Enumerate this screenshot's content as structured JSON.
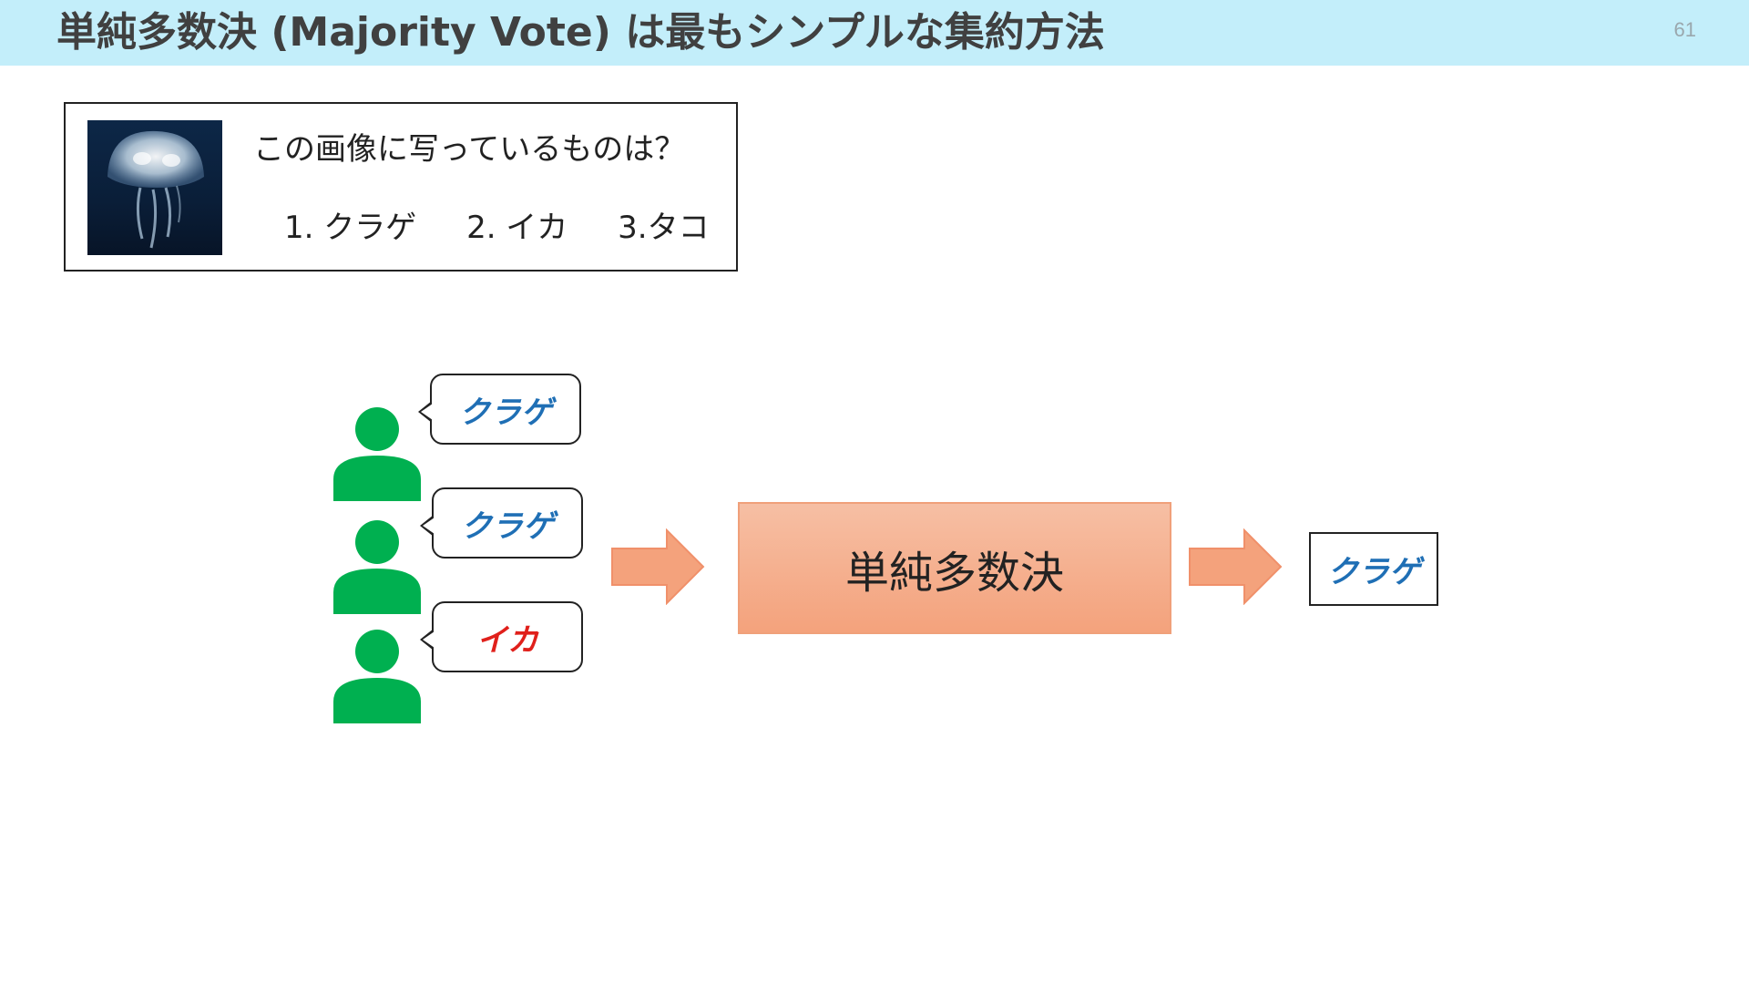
{
  "header": {
    "title": "単純多数決 (Majority Vote) は最もシンプルな集約方法",
    "page_number": "61"
  },
  "question": {
    "image_icon": "jellyfish-photo",
    "text": "この画像に写っているものは？",
    "choices": [
      "1. クラゲ",
      "2. イカ",
      "3.タコ"
    ]
  },
  "voters": [
    {
      "answer": "クラゲ",
      "color": "#1f6fb5"
    },
    {
      "answer": "クラゲ",
      "color": "#1f6fb5"
    },
    {
      "answer": "イカ",
      "color": "#e0201b"
    }
  ],
  "process": {
    "label": "単純多数決"
  },
  "result": {
    "label": "クラゲ",
    "color": "#1f6fb5"
  },
  "colors": {
    "title_bar": "#c3eefa",
    "person": "#00b050",
    "arrow": "#f4a27c",
    "process_fill": "#f4a27c"
  }
}
